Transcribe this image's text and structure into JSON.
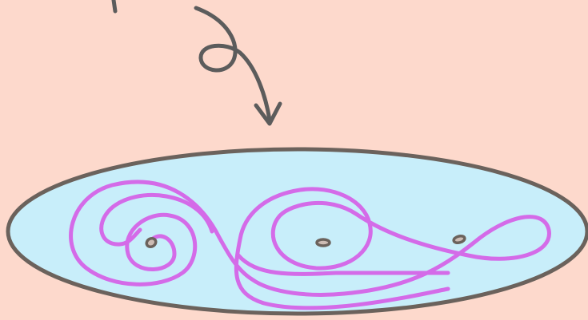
{
  "diagram": {
    "background_color": "#fdd9cc",
    "disk": {
      "fill": "#c8eefa",
      "stroke": "#6b625c"
    },
    "arrow": {
      "stroke": "#5c5c5c",
      "direction": "down",
      "has_loop": true
    },
    "curve": {
      "stroke": "#d46be8",
      "description_icon": "self-intersecting-curve"
    },
    "punctures": {
      "count": 3,
      "fill": "#cdbcb4",
      "stroke": "#6b625c"
    }
  }
}
